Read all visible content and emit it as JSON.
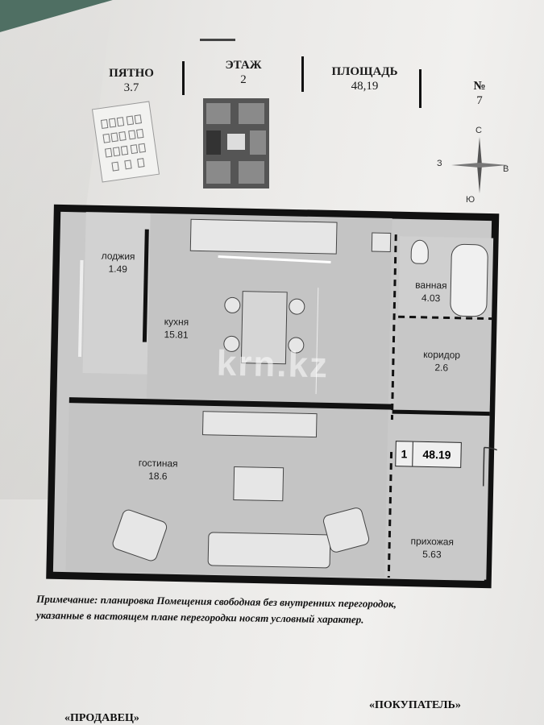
{
  "header": {
    "spot_label": "ПЯТНО",
    "spot_value": "3.7",
    "floor_label": "ЭТАЖ",
    "floor_value": "2",
    "area_label": "ПЛОЩАДЬ",
    "area_value": "48,19",
    "number_label": "№",
    "number_value": "7"
  },
  "compass": {
    "north": "С",
    "south": "Ю",
    "west": "З",
    "east": "В"
  },
  "rooms": {
    "loggia": {
      "name": "лоджия",
      "area": "1.49"
    },
    "kitchen": {
      "name": "кухня",
      "area": "15.81"
    },
    "bathroom": {
      "name": "ванная",
      "area": "4.03"
    },
    "corridor": {
      "name": "коридор",
      "area": "2.6"
    },
    "living": {
      "name": "гостиная",
      "area": "18.6"
    },
    "hallway": {
      "name": "прихожая",
      "area": "5.63"
    }
  },
  "summary": {
    "rooms_count": "1",
    "total_area": "48.19"
  },
  "watermark": "krn.kz",
  "note": {
    "line1": "Примечание: планировка Помещения свободная без внутренних перегородок,",
    "line2": "указанные в настоящем плане перегородки носят условный характер."
  },
  "signatures": {
    "seller": "«ПРОДАВЕЦ»",
    "buyer": "«ПОКУПАТЕЛЬ»"
  }
}
